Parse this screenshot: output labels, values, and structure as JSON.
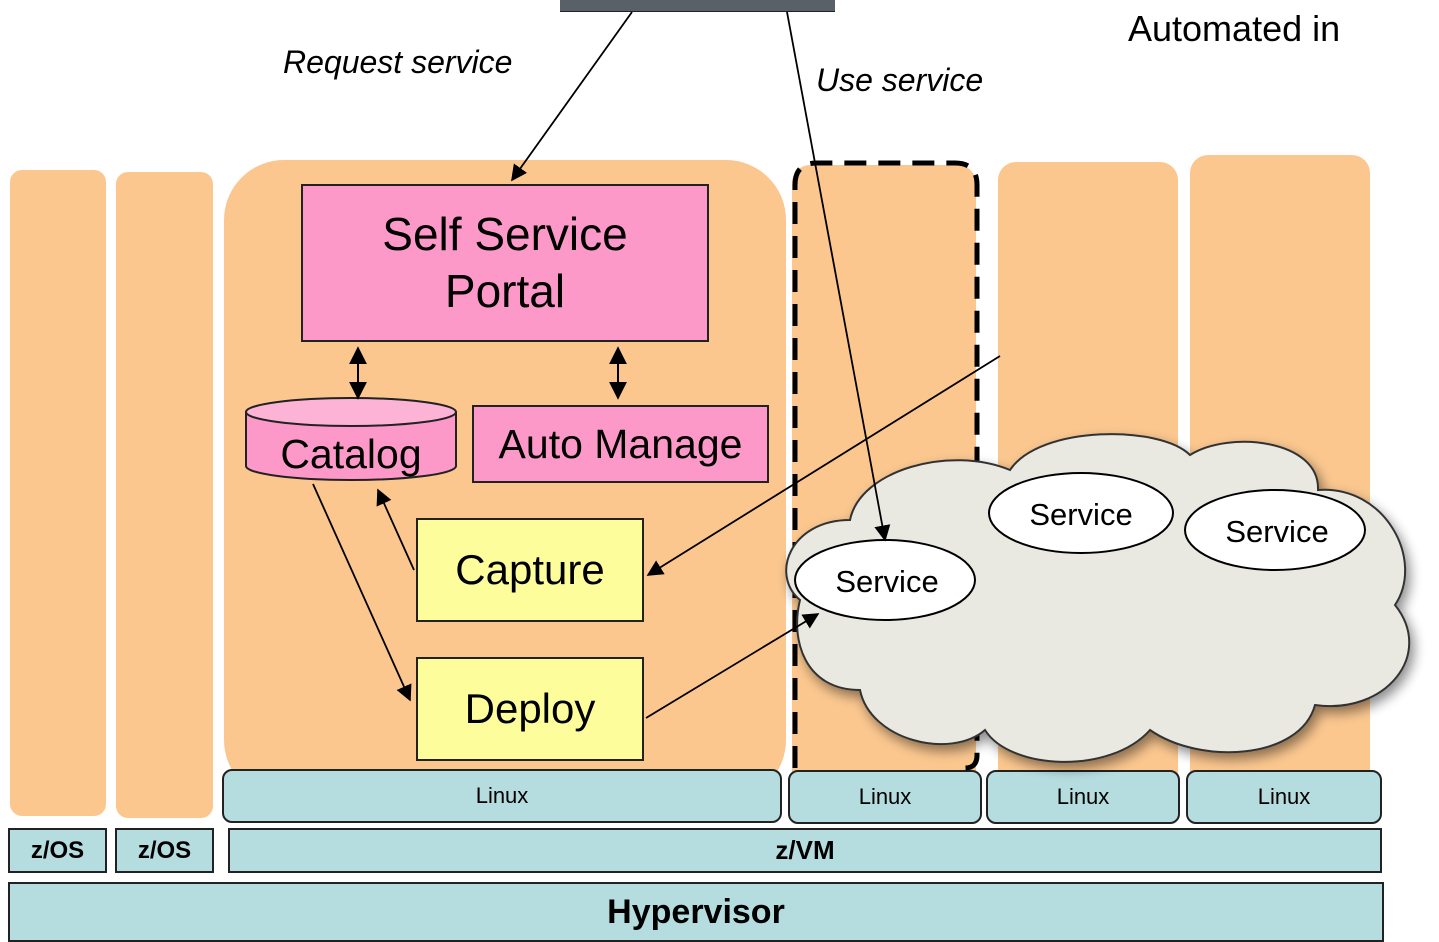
{
  "title": "Automated in",
  "arrows": {
    "request": "Request service",
    "use": "Use service"
  },
  "portal": {
    "line1": "Self Service",
    "line2": "Portal"
  },
  "catalog": "Catalog",
  "auto_manage": "Auto Manage",
  "capture": "Capture",
  "deploy": "Deploy",
  "cloud": {
    "services": [
      "Service",
      "Service",
      "Service"
    ]
  },
  "linux_labels": [
    "Linux",
    "Linux",
    "Linux",
    "Linux"
  ],
  "zos_labels": [
    "z/OS",
    "z/OS"
  ],
  "zvm": "z/VM",
  "hypervisor": "Hypervisor",
  "colors": {
    "lpar": "#fbc78f",
    "os_layer": "#b5dde0",
    "portal": "#fd99c9",
    "tools": "#fdfe9b",
    "cloud": "#e9e9e2"
  }
}
